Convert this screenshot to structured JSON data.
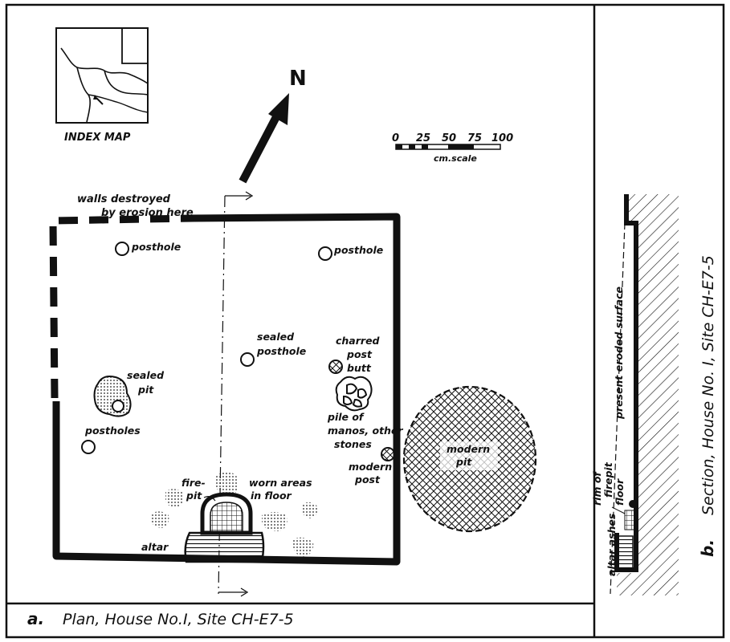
{
  "index_map": {
    "label": "INDEX MAP"
  },
  "north": {
    "label": "N"
  },
  "scale": {
    "ticks": [
      "0",
      "25",
      "50",
      "75",
      "100"
    ],
    "unit": "cm.scale"
  },
  "plan": {
    "walls_note_line1": "walls destroyed",
    "walls_note_line2": "by erosion here",
    "posthole_1": "posthole",
    "posthole_2": "posthole",
    "sealed_posthole_1": "sealed",
    "sealed_posthole_2": "posthole",
    "charred_1": "charred",
    "charred_2": "post",
    "charred_3": "butt",
    "sealed_pit_1": "sealed",
    "sealed_pit_2": "pit",
    "postholes": "postholes",
    "pile_1": "pile of",
    "pile_2": "manos, other",
    "pile_3": "stones",
    "modern_post_1": "modern",
    "modern_post_2": "post",
    "modern_pit_1": "modern",
    "modern_pit_2": "pit",
    "firepit_1": "fire-",
    "firepit_2": "pit",
    "worn_1": "worn areas",
    "worn_2": "in floor",
    "altar": "altar"
  },
  "section": {
    "surface": "present eroded surface",
    "floor": "floor",
    "rim_1": "rim of",
    "rim_2": "firepit",
    "altar_ashes": "altar ashes"
  },
  "captions": {
    "a_letter": "a.",
    "a_text": "Plan, House No.I, Site CH-E7-5",
    "b_letter": "b.",
    "b_text": "Section, House No. I, Site CH-E7-5"
  }
}
